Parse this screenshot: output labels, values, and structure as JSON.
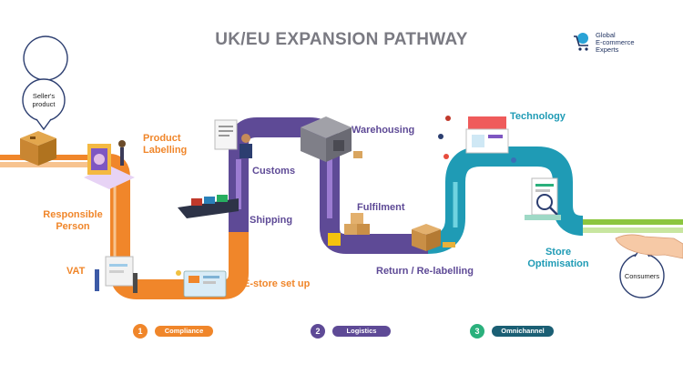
{
  "title": "UK/EU EXPANSION PATHWAY",
  "logo": {
    "lines": [
      "Global",
      "E-commerce",
      "Experts"
    ],
    "icon": "shopping-cart-icon"
  },
  "start_bubble": "Seller's product",
  "end_bubble": "Consumers",
  "steps": {
    "product_labelling": "Product Labelling",
    "responsible_person": "Responsible Person",
    "vat": "VAT",
    "estore_setup": "E-store set up",
    "shipping": "Shipping",
    "customs": "Customs",
    "warehousing": "Warehousing",
    "fulfilment": "Fulfilment",
    "return_relabelling": "Return / Re-labelling",
    "technology": "Technology",
    "store_optimisation": "Store Optimisation"
  },
  "legend": [
    {
      "num": "1",
      "label": "Compliance",
      "color": "#f0862a"
    },
    {
      "num": "2",
      "label": "Logistics",
      "color": "#5e4a96"
    },
    {
      "num": "3",
      "label": "Omnichannel",
      "color": "#2ab07c"
    }
  ],
  "colors": {
    "orange": "#f0862a",
    "purple": "#5e4a96",
    "teal": "#1f9bb5",
    "green": "#8cc63f"
  }
}
